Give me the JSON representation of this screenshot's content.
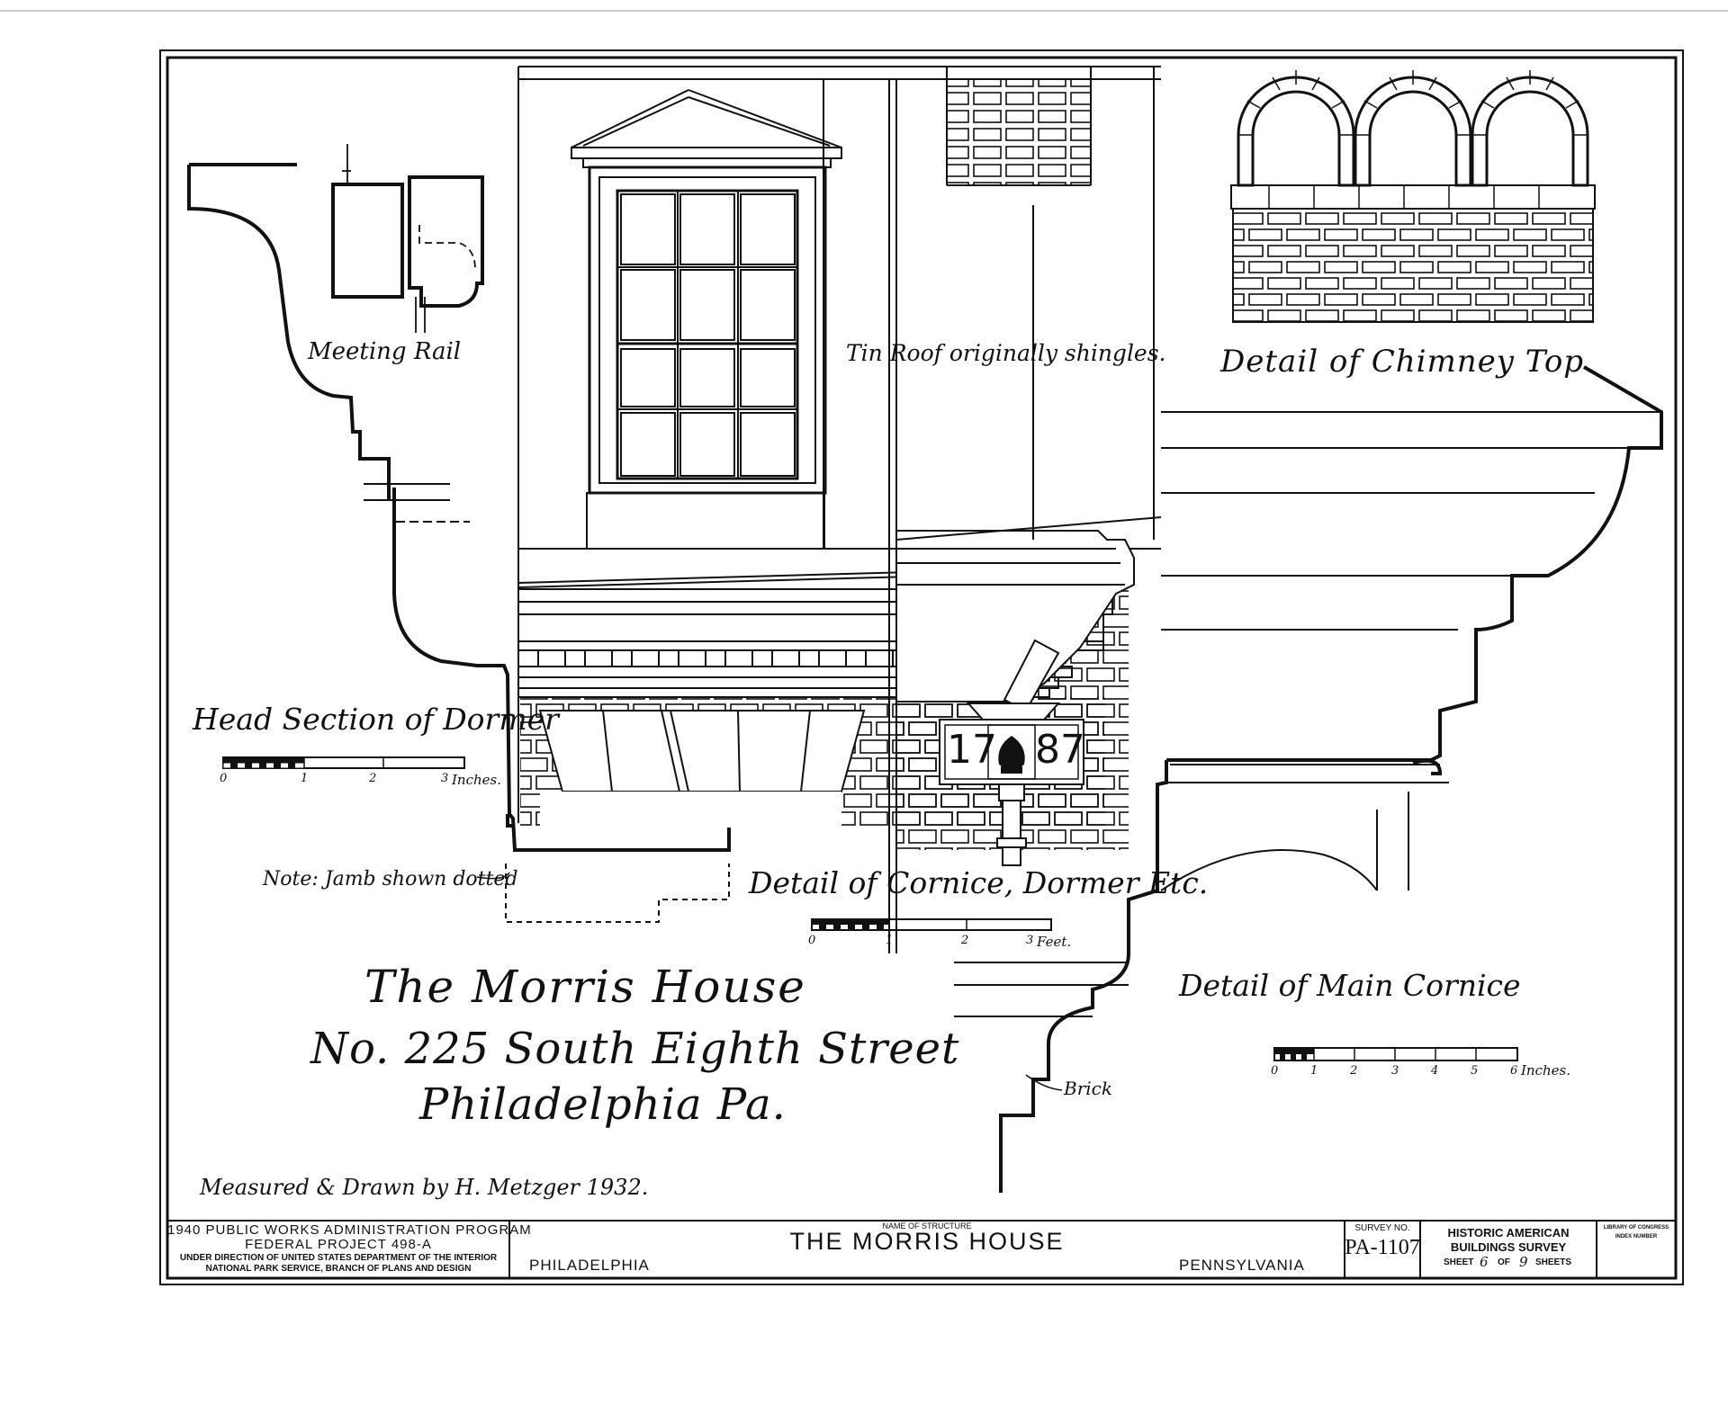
{
  "labels": {
    "meeting_rail": "Meeting Rail",
    "tin_roof": "Tin Roof originally shingles.",
    "chimney_top": "Detail of Chimney Top",
    "head_section": "Head Section of Dormer",
    "note_jamb": "Note: Jamb shown dotted",
    "cornice_dormer": "Detail of Cornice, Dormer Etc.",
    "main_cornice": "Detail of Main Cornice",
    "brick": "Brick",
    "date_left": "17",
    "date_right": "87"
  },
  "scales": {
    "head_section": {
      "ticks": [
        "0",
        "1",
        "2",
        "3"
      ],
      "unit": "Inches."
    },
    "cornice_dormer": {
      "ticks": [
        "0",
        "1",
        "2",
        "3"
      ],
      "unit": "Feet."
    },
    "main_cornice": {
      "ticks": [
        "0",
        "1",
        "2",
        "3",
        "4",
        "5",
        "6"
      ],
      "unit": "Inches."
    }
  },
  "title_block": {
    "line1": "The Morris House",
    "line2": "No. 225 South Eighth Street",
    "line3": "Philadelphia Pa.",
    "credit": "Measured & Drawn by H. Metzger 1932."
  },
  "footer": {
    "program_line1": "1940 PUBLIC WORKS ADMINISTRATION PROGRAM",
    "program_line2": "FEDERAL PROJECT 498-A",
    "program_line3": "UNDER DIRECTION OF UNITED STATES DEPARTMENT OF THE INTERIOR",
    "program_line4": "NATIONAL PARK SERVICE, BRANCH OF PLANS AND DESIGN",
    "name_label": "NAME OF STRUCTURE",
    "structure_name": "THE MORRIS HOUSE",
    "city": "PHILADELPHIA",
    "state": "PENNSYLVANIA",
    "survey_label": "SURVEY NO.",
    "survey_no": "PA-1107",
    "habs_line1": "HISTORIC AMERICAN",
    "habs_line2": "BUILDINGS SURVEY",
    "sheet_word": "SHEET",
    "sheet_no": "6",
    "of_word": "OF",
    "sheet_total": "9",
    "sheets_word": "SHEETS",
    "loc_line1": "LIBRARY OF CONGRESS",
    "loc_line2": "INDEX NUMBER"
  }
}
